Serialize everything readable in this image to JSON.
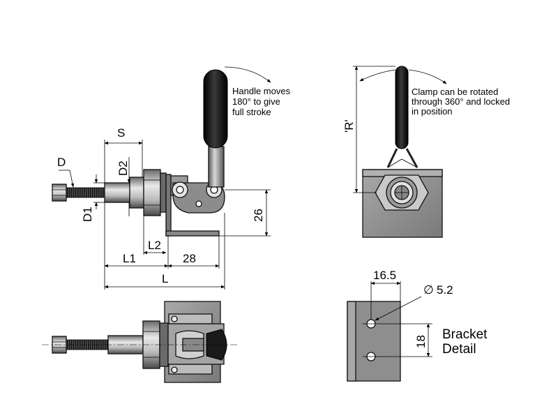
{
  "labels": {
    "D": "D",
    "D1": "D1",
    "D2": "D2",
    "S": "S",
    "L1": "L1",
    "L2": "L2",
    "dim28": "28",
    "dim26": "26",
    "L": "L",
    "R": "'R'",
    "dim16_5": "16.5",
    "dim5_2": "5.2",
    "dim18": "18"
  },
  "notes": {
    "handle_line1": "Handle moves",
    "handle_line2": "180° to give",
    "handle_line3": "full stroke",
    "clamp_line1": "Clamp can be rotated",
    "clamp_line2": "through 360° and locked",
    "clamp_line3": "in position",
    "bracket_line1": "Bracket",
    "bracket_line2": "Detail"
  },
  "symbols": {
    "diameter": "∅"
  },
  "colors": {
    "steel_light": "#9a9a9a",
    "steel_dark": "#4a4a4a",
    "bracket": "#8e8e8e",
    "handle_grip": "#111111",
    "thread": "#222222"
  }
}
